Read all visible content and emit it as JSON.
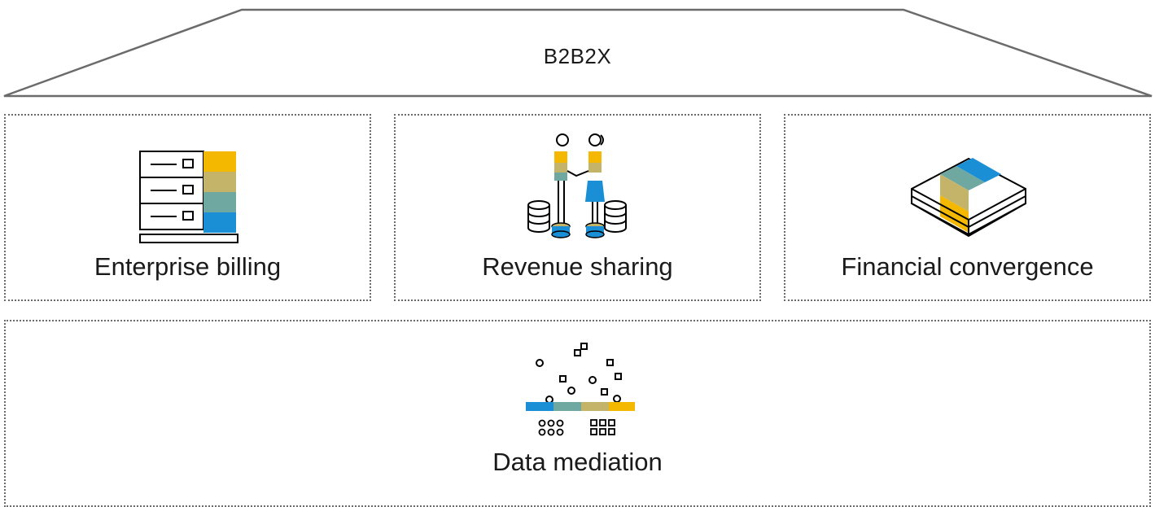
{
  "roof": {
    "title": "B2B2X"
  },
  "pillars": [
    {
      "label": "Enterprise billing",
      "icon": "server-rack-icon"
    },
    {
      "label": "Revenue sharing",
      "icon": "handshake-coins-icon"
    },
    {
      "label": "Financial convergence",
      "icon": "money-stack-icon"
    }
  ],
  "base": {
    "label": "Data mediation",
    "icon": "data-mediation-icon"
  },
  "colors": {
    "outline": "#6b6b6b",
    "yellow": "#f5b800",
    "olive": "#c4b46a",
    "teal": "#6fa8a0",
    "blue": "#1b8fd6"
  }
}
